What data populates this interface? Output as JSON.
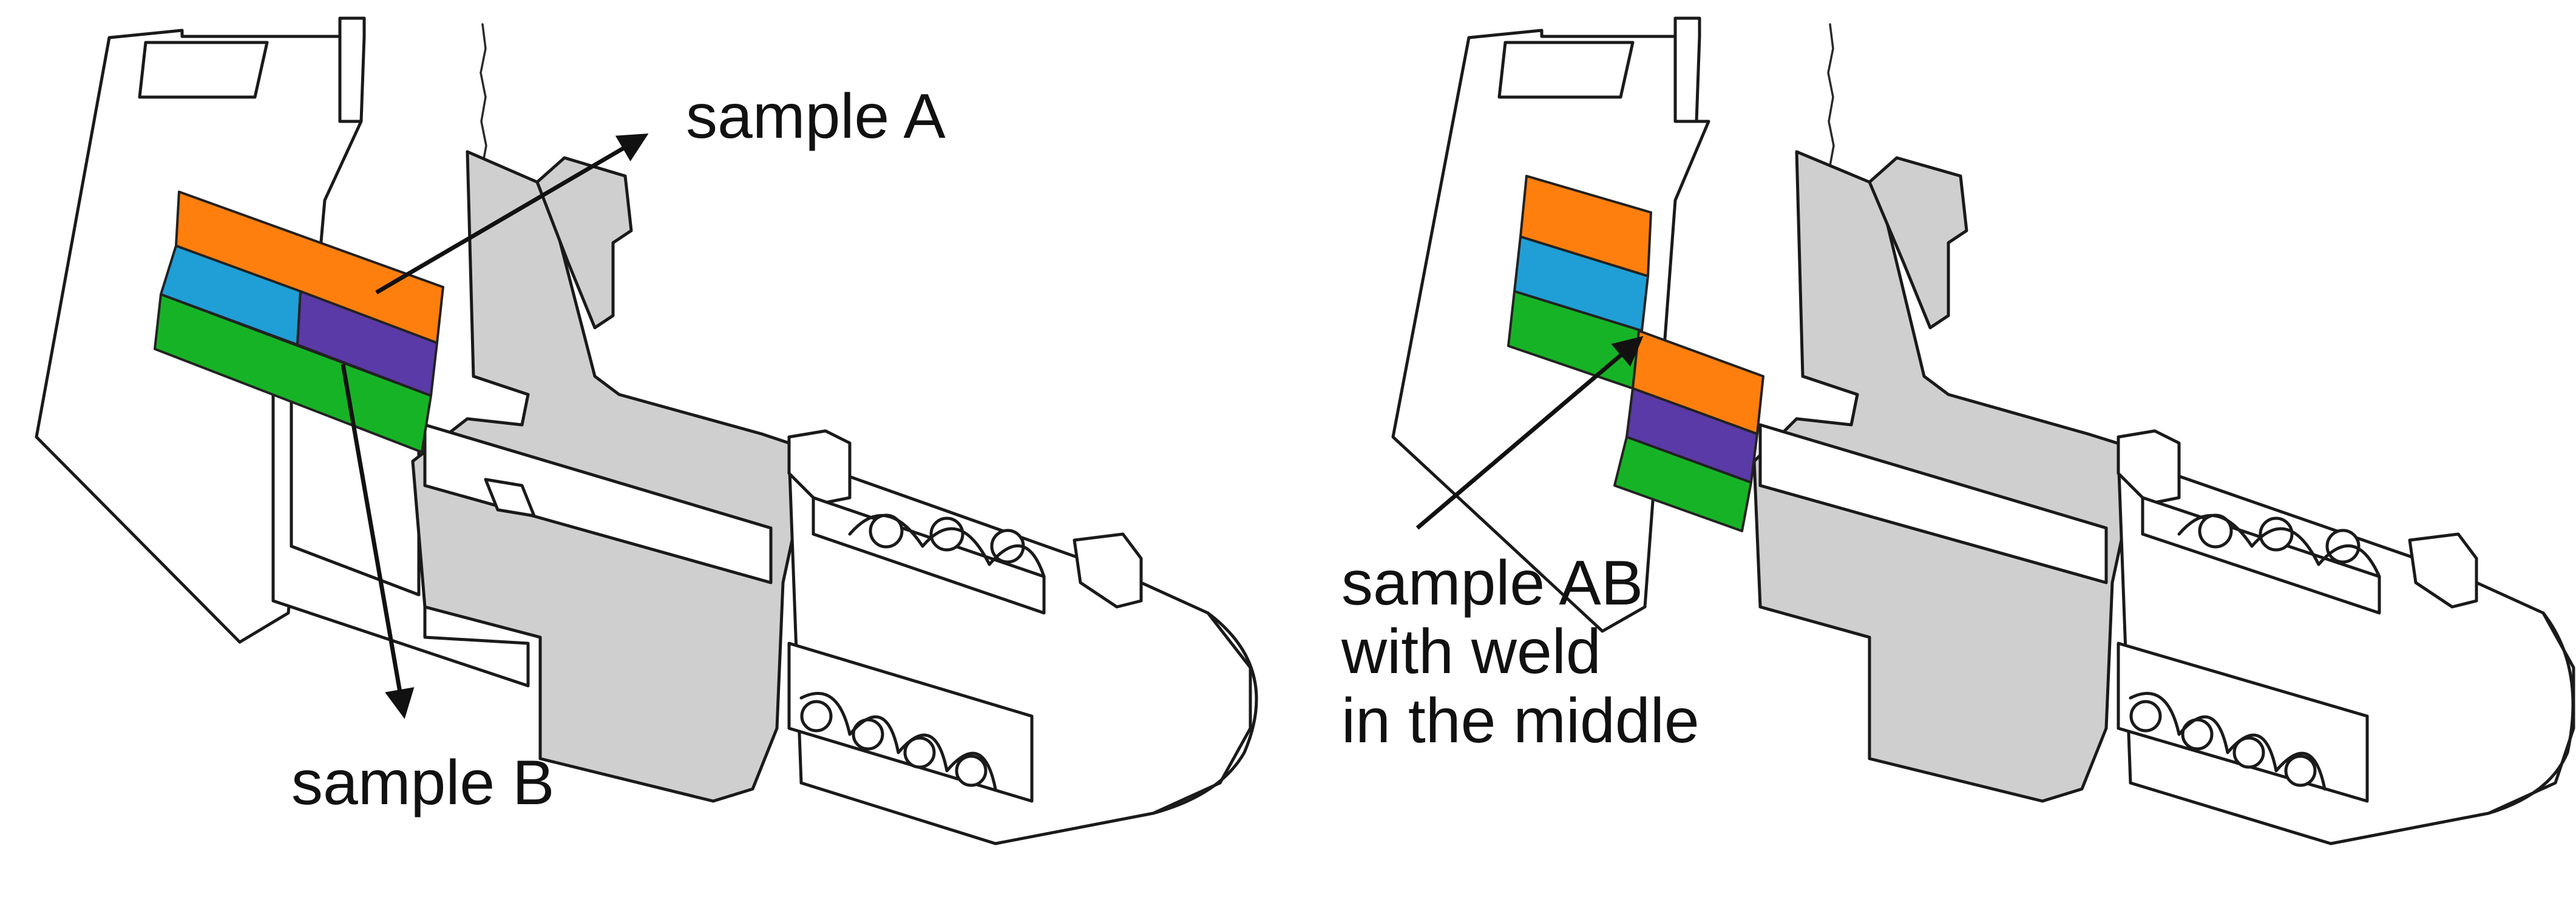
{
  "labels": {
    "sample_a": "sample A",
    "sample_b": "sample B",
    "sample_ab_line1": "sample AB",
    "sample_ab_line2": "with weld",
    "sample_ab_line3": "in the middle"
  },
  "colors": {
    "orange": "#ff7f0e",
    "blue": "#1f9fd6",
    "purple": "#5a3aa6",
    "green": "#17b326",
    "holder_grey": "#cfcfcf"
  }
}
